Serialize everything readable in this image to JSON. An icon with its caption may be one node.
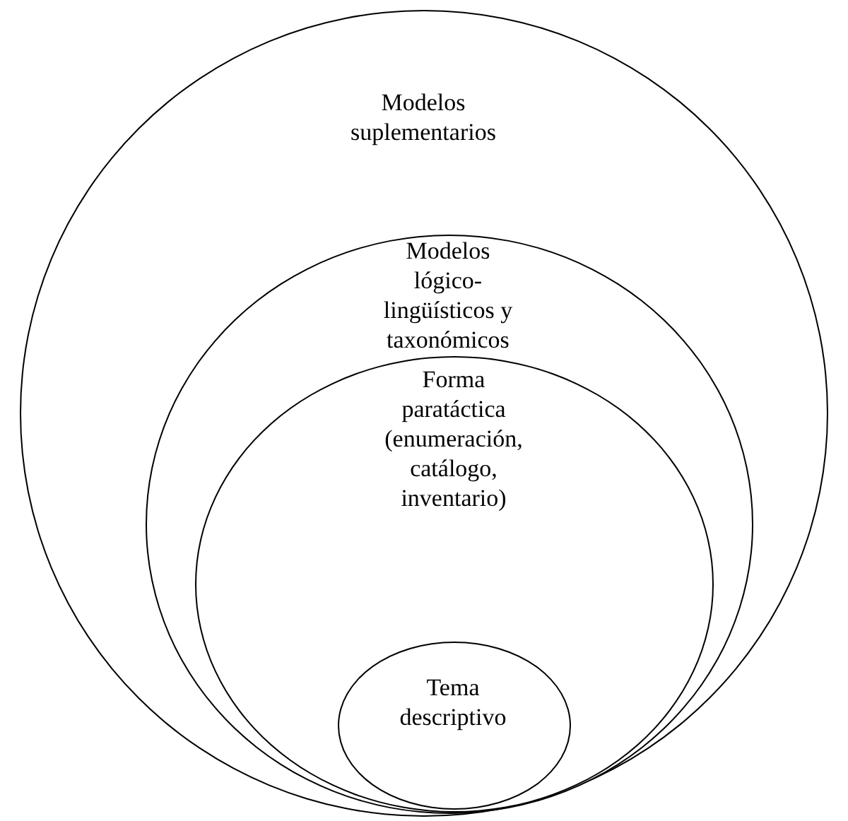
{
  "diagram": {
    "nodes": [
      {
        "text": [
          "Modelos suplementarios"
        ]
      },
      {
        "text": [
          "Modelos lógico-lingüísticos y taxonómicos"
        ],
        "in": 0
      },
      {
        "text": [
          "Forma paratáctica (enumeración, catálogo, inventario)"
        ],
        "in": 1
      },
      {
        "text": [
          "Tema descriptivo"
        ],
        "in": 2
      }
    ]
  }
}
